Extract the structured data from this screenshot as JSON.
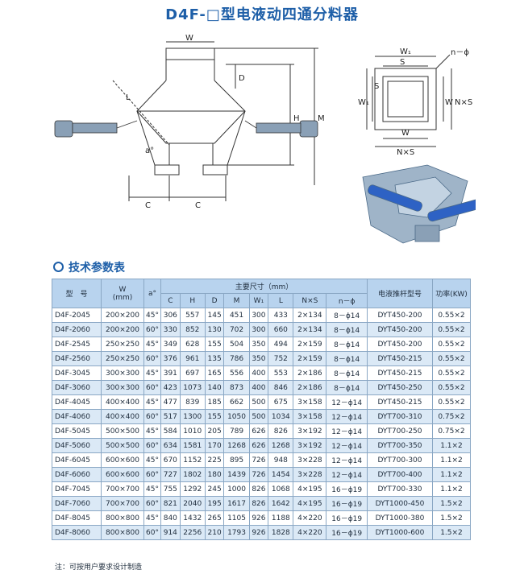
{
  "title": "D4F-□型电液动四通分料器",
  "drawing": {
    "labels": {
      "W": "W",
      "W1": "W₁",
      "D": "D",
      "H": "H",
      "M": "M",
      "L": "L",
      "C": "C",
      "S": "S",
      "NxS": "N×S",
      "n_phi": "n－ϕ",
      "alpha": "a°"
    }
  },
  "section_title": "技术参数表",
  "table": {
    "header": {
      "model": "型　号",
      "w": "W",
      "w_unit": "(mm)",
      "angle": "a°",
      "dims_group": "主要尺寸（mm）",
      "cols": [
        "C",
        "H",
        "D",
        "M",
        "W₁",
        "L",
        "N×S",
        "n－ϕ"
      ],
      "actuator": "电液推杆型号",
      "power": "功率(KW)"
    },
    "rows": [
      [
        "D4F-2045",
        "200×200",
        "45°",
        "306",
        "557",
        "145",
        "451",
        "300",
        "433",
        "2×134",
        "8－ϕ14",
        "DYT450-200",
        "0.55×2"
      ],
      [
        "D4F-2060",
        "200×200",
        "60°",
        "330",
        "852",
        "130",
        "702",
        "300",
        "660",
        "2×134",
        "8－ϕ14",
        "DYT450-200",
        "0.55×2"
      ],
      [
        "D4F-2545",
        "250×250",
        "45°",
        "349",
        "628",
        "155",
        "504",
        "350",
        "494",
        "2×159",
        "8－ϕ14",
        "DYT450-200",
        "0.55×2"
      ],
      [
        "D4F-2560",
        "250×250",
        "60°",
        "376",
        "961",
        "135",
        "786",
        "350",
        "752",
        "2×159",
        "8－ϕ14",
        "DYT450-215",
        "0.55×2"
      ],
      [
        "D4F-3045",
        "300×300",
        "45°",
        "391",
        "697",
        "165",
        "556",
        "400",
        "553",
        "2×186",
        "8－ϕ14",
        "DYT450-215",
        "0.55×2"
      ],
      [
        "D4F-3060",
        "300×300",
        "60°",
        "423",
        "1073",
        "140",
        "873",
        "400",
        "846",
        "2×186",
        "8－ϕ14",
        "DYT450-250",
        "0.55×2"
      ],
      [
        "D4F-4045",
        "400×400",
        "45°",
        "477",
        "839",
        "185",
        "662",
        "500",
        "675",
        "3×158",
        "12－ϕ14",
        "DYT450-215",
        "0.55×2"
      ],
      [
        "D4F-4060",
        "400×400",
        "60°",
        "517",
        "1300",
        "155",
        "1050",
        "500",
        "1034",
        "3×158",
        "12－ϕ14",
        "DYT700-310",
        "0.75×2"
      ],
      [
        "D4F-5045",
        "500×500",
        "45°",
        "584",
        "1010",
        "205",
        "789",
        "626",
        "826",
        "3×192",
        "12－ϕ14",
        "DYT700-250",
        "0.75×2"
      ],
      [
        "D4F-5060",
        "500×500",
        "60°",
        "634",
        "1581",
        "170",
        "1268",
        "626",
        "1268",
        "3×192",
        "12－ϕ14",
        "DYT700-350",
        "1.1×2"
      ],
      [
        "D4F-6045",
        "600×600",
        "45°",
        "670",
        "1152",
        "225",
        "895",
        "726",
        "948",
        "3×228",
        "12－ϕ14",
        "DYT700-300",
        "1.1×2"
      ],
      [
        "D4F-6060",
        "600×600",
        "60°",
        "727",
        "1802",
        "180",
        "1439",
        "726",
        "1454",
        "3×228",
        "12－ϕ14",
        "DYT700-400",
        "1.1×2"
      ],
      [
        "D4F-7045",
        "700×700",
        "45°",
        "755",
        "1292",
        "245",
        "1000",
        "826",
        "1068",
        "4×195",
        "16－ϕ19",
        "DYT700-330",
        "1.1×2"
      ],
      [
        "D4F-7060",
        "700×700",
        "60°",
        "821",
        "2040",
        "195",
        "1617",
        "826",
        "1642",
        "4×195",
        "16－ϕ19",
        "DYT1000-450",
        "1.5×2"
      ],
      [
        "D4F-8045",
        "800×800",
        "45°",
        "840",
        "1432",
        "265",
        "1105",
        "926",
        "1188",
        "4×220",
        "16－ϕ19",
        "DYT1000-380",
        "1.5×2"
      ],
      [
        "D4F-8060",
        "800×800",
        "60°",
        "914",
        "2256",
        "210",
        "1793",
        "926",
        "1828",
        "4×220",
        "16－ϕ19",
        "DYT1000-600",
        "1.5×2"
      ]
    ]
  },
  "note": "注：可按用户要求设计制造",
  "colors": {
    "accent": "#1e5fa8",
    "header_bg": "#b8d3ee",
    "row_alt": "#dbe9f6",
    "machine": "#6d8fb0"
  }
}
